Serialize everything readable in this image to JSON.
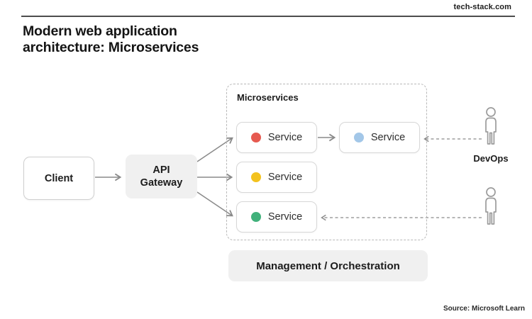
{
  "header": {
    "site": "tech-stack.com",
    "title_line1": "Modern web application",
    "title_line2": "architecture: Microservices"
  },
  "footer": {
    "source": "Source: Microsoft Learn"
  },
  "diagram": {
    "client": {
      "label": "Client"
    },
    "gateway": {
      "line1": "API",
      "line2": "Gateway"
    },
    "microservices_group": {
      "label": "Microservices"
    },
    "services": [
      {
        "id": "service-red",
        "label": "Service",
        "dot_color": "#e65a50"
      },
      {
        "id": "service-blue",
        "label": "Service",
        "dot_color": "#a3c7e8"
      },
      {
        "id": "service-yellow",
        "label": "Service",
        "dot_color": "#f3c21e"
      },
      {
        "id": "service-green",
        "label": "Service",
        "dot_color": "#41b17b"
      }
    ],
    "management": {
      "label": "Management / Orchestration"
    },
    "devops": {
      "label": "DevOps"
    },
    "edges": [
      {
        "from": "client",
        "to": "api-gateway",
        "style": "solid"
      },
      {
        "from": "api-gateway",
        "to": "service-red",
        "style": "solid"
      },
      {
        "from": "api-gateway",
        "to": "service-yellow",
        "style": "solid"
      },
      {
        "from": "api-gateway",
        "to": "service-green",
        "style": "solid"
      },
      {
        "from": "service-red",
        "to": "service-blue",
        "style": "solid"
      },
      {
        "from": "devops-1",
        "to": "service-blue",
        "style": "dashed"
      },
      {
        "from": "devops-2",
        "to": "service-green",
        "style": "dashed"
      }
    ],
    "colors": {
      "panel_fill": "#f0f0f0",
      "box_border": "#d7d7d7",
      "arrow": "#8a8a8a",
      "dashed_border": "#b9b9b9",
      "person": "#9c9c9c",
      "text_dark": "#1c1c1c"
    }
  }
}
